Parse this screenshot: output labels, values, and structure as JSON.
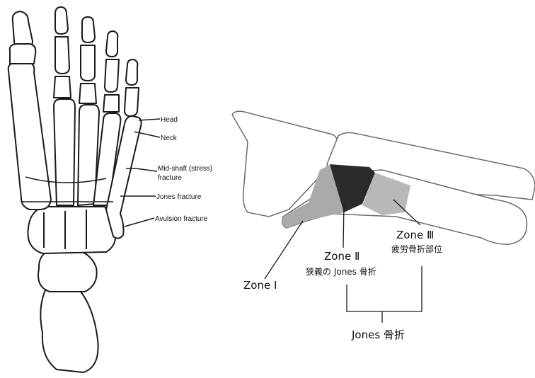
{
  "foot_labels": {
    "head": "Head",
    "neck": "Neck",
    "mid_shaft_line1": "Mid-shaft (stress)",
    "mid_shaft_line2": "fracture",
    "jones": "Jones fracture",
    "avulsion": "Avulsion fracture"
  },
  "zone_labels": {
    "zone1": "Zone Ⅰ",
    "zone2": "Zone Ⅱ",
    "zone2_sub": "狭義の Jones 骨折",
    "zone3": "Zone Ⅲ",
    "zone3_sub": "疲労骨折部位",
    "group": "Jones 骨折"
  },
  "colors": {
    "zone1_fill": "#aaaaaa",
    "zone2_fill": "#2a2a2a",
    "zone3_fill": "#b8b8b8"
  }
}
